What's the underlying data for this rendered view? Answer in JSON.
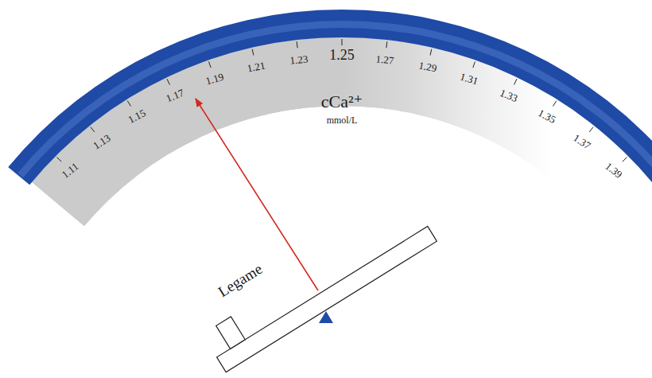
{
  "diagram": {
    "labels": [
      "1.11",
      "1.13",
      "1.15",
      "1.17",
      "1.19",
      "1.21",
      "1.23",
      "1.25",
      "1.27",
      "1.29",
      "1.31",
      "1.33",
      "1.35",
      "1.37",
      "1.39",
      "cCa²⁺",
      "mmol/L",
      "Legame"
    ]
  }
}
